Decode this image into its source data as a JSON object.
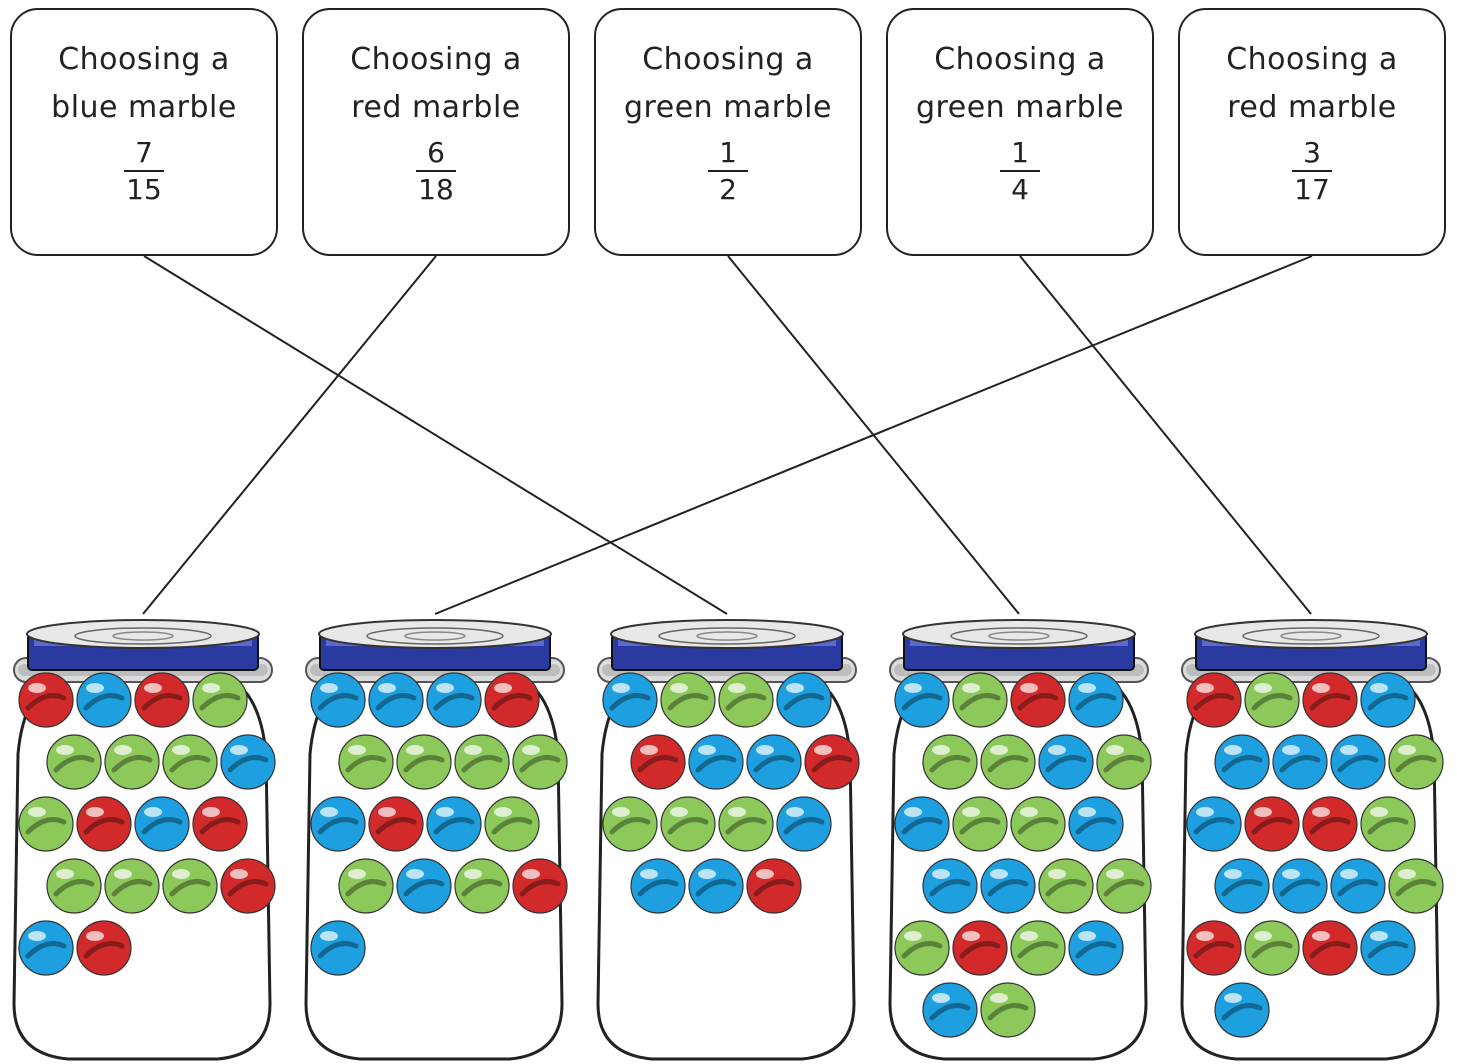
{
  "cards": [
    {
      "label_line1": "Choosing a",
      "label_line2": "blue marble",
      "numerator": "7",
      "denominator": "15"
    },
    {
      "label_line1": "Choosing a",
      "label_line2": "red marble",
      "numerator": "6",
      "denominator": "18"
    },
    {
      "label_line1": "Choosing a",
      "label_line2": "green marble",
      "numerator": "1",
      "denominator": "2"
    },
    {
      "label_line1": "Choosing a",
      "label_line2": "green marble",
      "numerator": "1",
      "denominator": "4"
    },
    {
      "label_line1": "Choosing a",
      "label_line2": "red marble",
      "numerator": "3",
      "denominator": "17"
    }
  ],
  "connections": [
    {
      "card": 0,
      "jar": 2
    },
    {
      "card": 1,
      "jar": 0
    },
    {
      "card": 2,
      "jar": 3
    },
    {
      "card": 3,
      "jar": 4
    },
    {
      "card": 4,
      "jar": 1
    }
  ],
  "colors": {
    "lid": "#2b3aa0",
    "red": "#d22a2a",
    "blue": "#1ea0e0",
    "green": "#8cc85a",
    "outline": "#222222"
  },
  "jars": [
    {
      "marbles": [
        "red",
        "blue",
        "red",
        "green",
        "green",
        "green",
        "green",
        "blue",
        "green",
        "red",
        "blue",
        "red",
        "green",
        "green",
        "green",
        "red",
        "blue",
        "red"
      ]
    },
    {
      "marbles": [
        "blue",
        "blue",
        "blue",
        "red",
        "green",
        "green",
        "green",
        "green",
        "blue",
        "red",
        "blue",
        "green",
        "green",
        "blue",
        "green",
        "red",
        "blue"
      ]
    },
    {
      "marbles": [
        "blue",
        "green",
        "green",
        "blue",
        "red",
        "blue",
        "blue",
        "red",
        "green",
        "green",
        "green",
        "blue",
        "blue",
        "blue",
        "red"
      ]
    },
    {
      "marbles": [
        "blue",
        "green",
        "red",
        "blue",
        "green",
        "green",
        "blue",
        "green",
        "blue",
        "green",
        "green",
        "blue",
        "blue",
        "blue",
        "green",
        "green",
        "green",
        "red",
        "green",
        "blue",
        "blue",
        "green"
      ]
    },
    {
      "marbles": [
        "red",
        "green",
        "red",
        "blue",
        "blue",
        "blue",
        "blue",
        "green",
        "blue",
        "red",
        "red",
        "green",
        "blue",
        "blue",
        "blue",
        "green",
        "red",
        "green",
        "red",
        "blue",
        "blue"
      ]
    }
  ]
}
